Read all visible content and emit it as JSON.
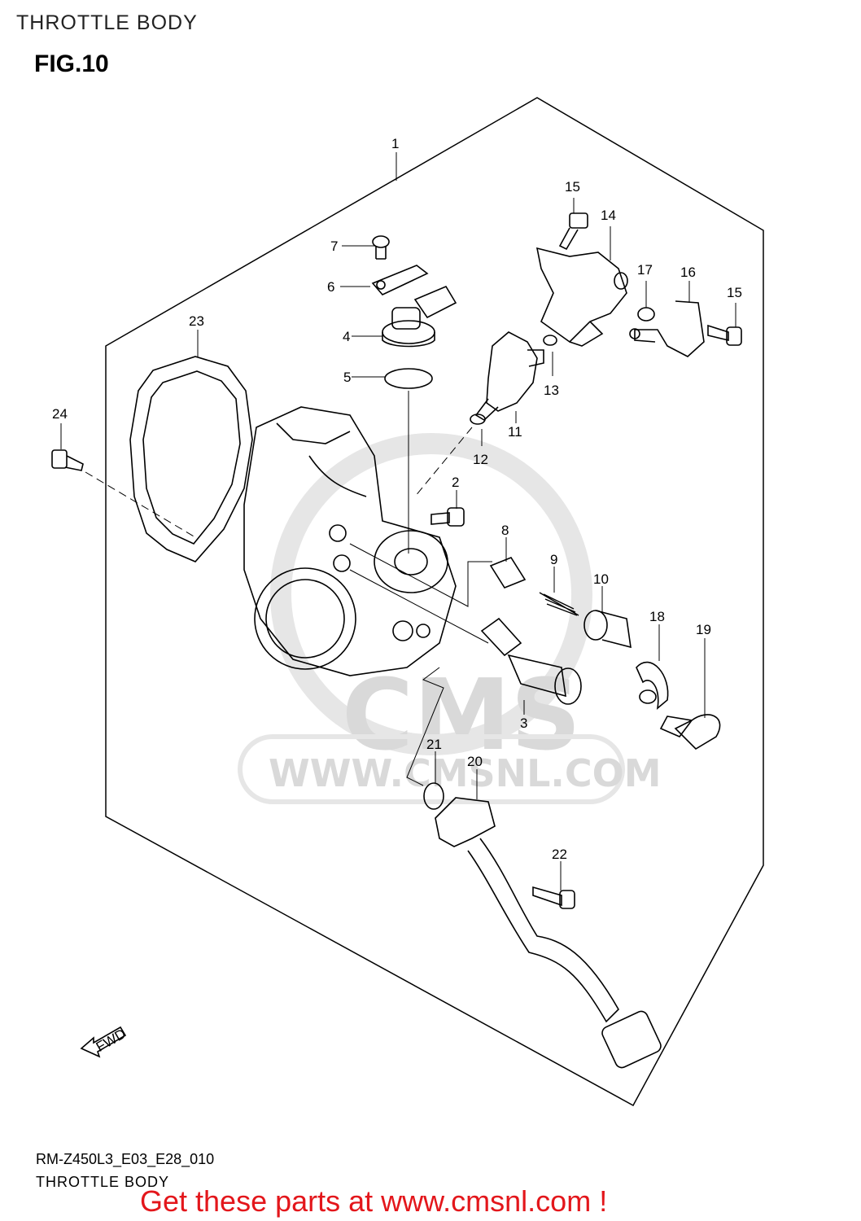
{
  "header": {
    "title": "THROTTLE BODY",
    "figure": "FIG.10"
  },
  "watermark": {
    "brand": "CMS",
    "url": "WWW.CMSNL.COM"
  },
  "callouts": [
    "1",
    "2",
    "3",
    "4",
    "5",
    "6",
    "7",
    "8",
    "9",
    "10",
    "11",
    "12",
    "13",
    "14",
    "15",
    "15",
    "16",
    "17",
    "18",
    "19",
    "20",
    "21",
    "22",
    "23",
    "24"
  ],
  "fwd_label": "FWD",
  "footer": {
    "code": "RM-Z450L3_E03_E28_010",
    "title": "THROTTLE BODY"
  },
  "promo": "Get these parts at www.cmsnl.com !",
  "colors": {
    "promo": "#e3161b",
    "watermark": "#d9d9d9",
    "line": "#000000"
  }
}
